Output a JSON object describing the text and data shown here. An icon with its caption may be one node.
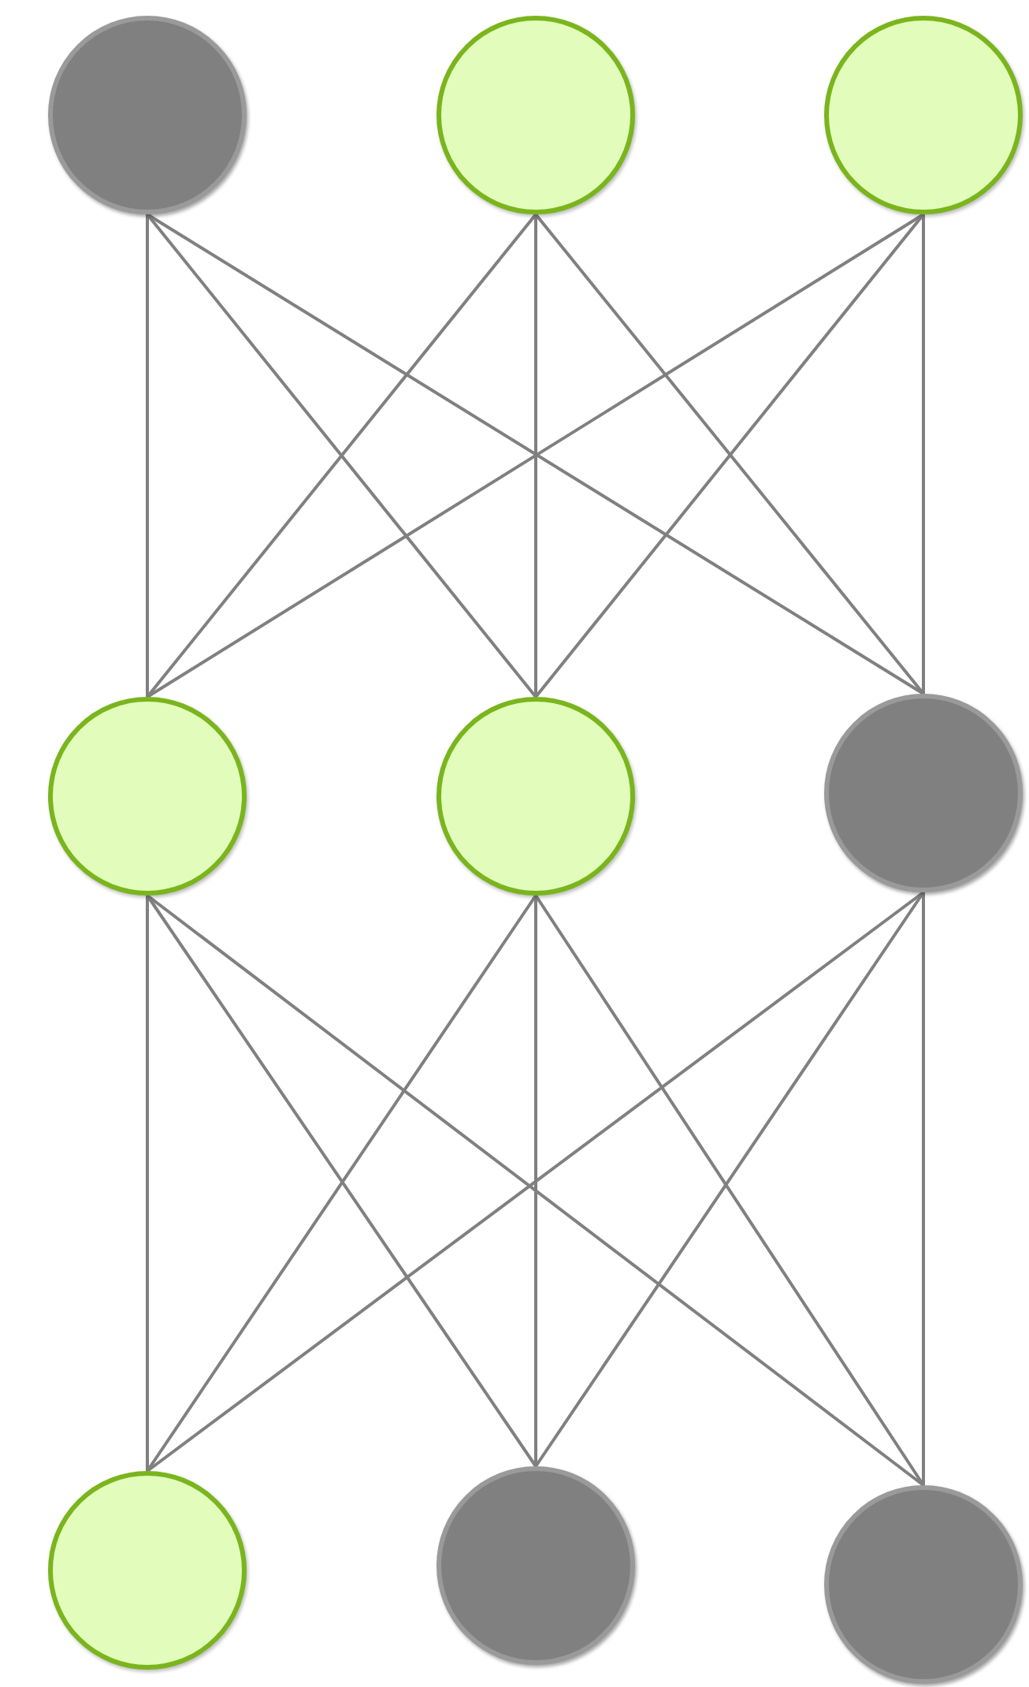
{
  "diagram": {
    "nodes": [
      {
        "text": [],
        "shape": "circle"
      },
      {
        "text": [],
        "shape": "circle"
      },
      {
        "text": [],
        "shape": "circle"
      },
      {
        "text": [],
        "shape": "circle"
      },
      {
        "text": [],
        "shape": "circle"
      },
      {
        "text": [],
        "shape": "circle"
      },
      {
        "text": [],
        "shape": "circle"
      },
      {
        "text": [],
        "shape": "circle"
      },
      {
        "text": [],
        "shape": "circle"
      }
    ],
    "edges": [
      {
        "from": 0,
        "to": 3,
        "arrow": "none"
      },
      {
        "from": 0,
        "to": 4,
        "arrow": "none"
      },
      {
        "from": 0,
        "to": 5,
        "arrow": "none"
      },
      {
        "from": 1,
        "to": 3,
        "arrow": "none"
      },
      {
        "from": 1,
        "to": 4,
        "arrow": "none"
      },
      {
        "from": 1,
        "to": 5,
        "arrow": "none"
      },
      {
        "from": 2,
        "to": 3,
        "arrow": "none"
      },
      {
        "from": 2,
        "to": 4,
        "arrow": "none"
      },
      {
        "from": 2,
        "to": 5,
        "arrow": "none"
      },
      {
        "from": 3,
        "to": 6,
        "arrow": "none"
      },
      {
        "from": 3,
        "to": 7,
        "arrow": "none"
      },
      {
        "from": 3,
        "to": 8,
        "arrow": "none"
      },
      {
        "from": 4,
        "to": 6,
        "arrow": "none"
      },
      {
        "from": 4,
        "to": 7,
        "arrow": "none"
      },
      {
        "from": 4,
        "to": 8,
        "arrow": "none"
      },
      {
        "from": 5,
        "to": 6,
        "arrow": "none"
      },
      {
        "from": 5,
        "to": 7,
        "arrow": "none"
      },
      {
        "from": 5,
        "to": 8,
        "arrow": "none"
      }
    ]
  }
}
